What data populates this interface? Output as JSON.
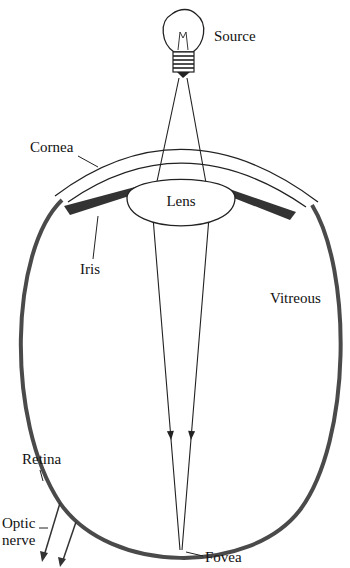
{
  "diagram": {
    "nodes": [
      {
        "text": [
          "Lens"
        ]
      }
    ],
    "labels": [
      "Source",
      "Cornea",
      "Iris",
      "Vitreous",
      "Retina",
      "Optic nerve",
      "Fovea"
    ]
  }
}
